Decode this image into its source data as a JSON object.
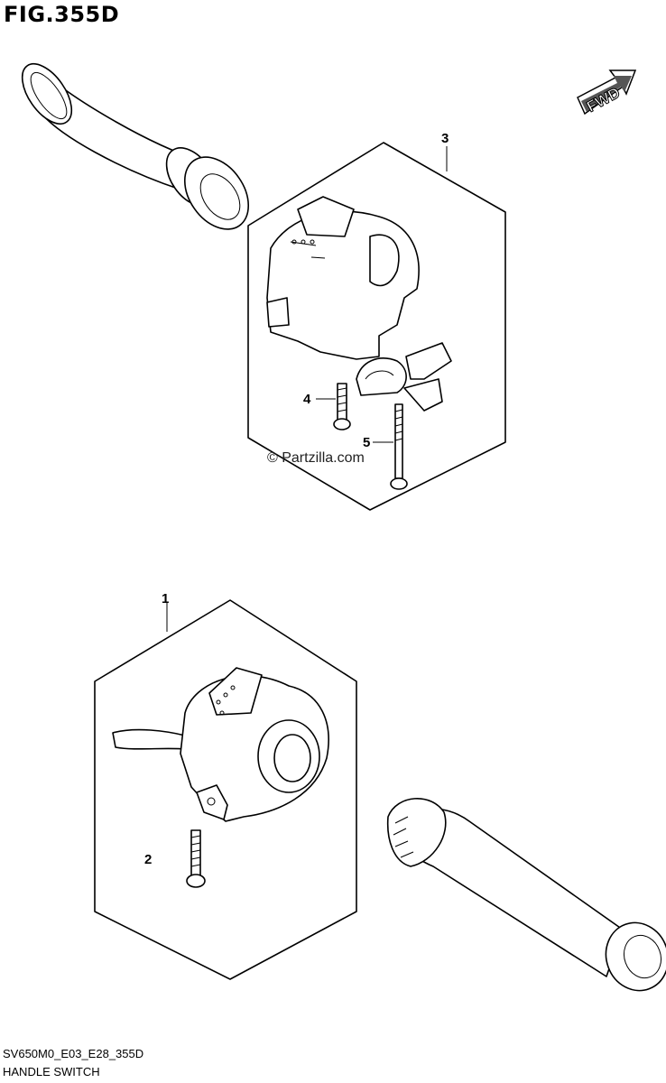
{
  "figure": {
    "title": "FIG.355D",
    "fwd_label": "FWD",
    "watermark": "© Partzilla.com"
  },
  "callouts": [
    {
      "id": "1",
      "label": "1"
    },
    {
      "id": "2",
      "label": "2"
    },
    {
      "id": "3",
      "label": "3"
    },
    {
      "id": "4",
      "label": "4"
    },
    {
      "id": "5",
      "label": "5"
    }
  ],
  "parts": [
    {
      "name": "handlebar-grip-left",
      "shape": "grip"
    },
    {
      "name": "handle-switch-right-assembly",
      "callout": "1"
    },
    {
      "name": "screw-switch-right",
      "callout": "2"
    },
    {
      "name": "handle-switch-left-assembly",
      "callout": "3"
    },
    {
      "name": "screw-short-left",
      "callout": "4"
    },
    {
      "name": "screw-long-left",
      "callout": "5"
    },
    {
      "name": "throttle-grip-right",
      "shape": "grip"
    }
  ],
  "footer": {
    "code": "SV650M0_E03_E28_355D",
    "name": "HANDLE SWITCH"
  }
}
